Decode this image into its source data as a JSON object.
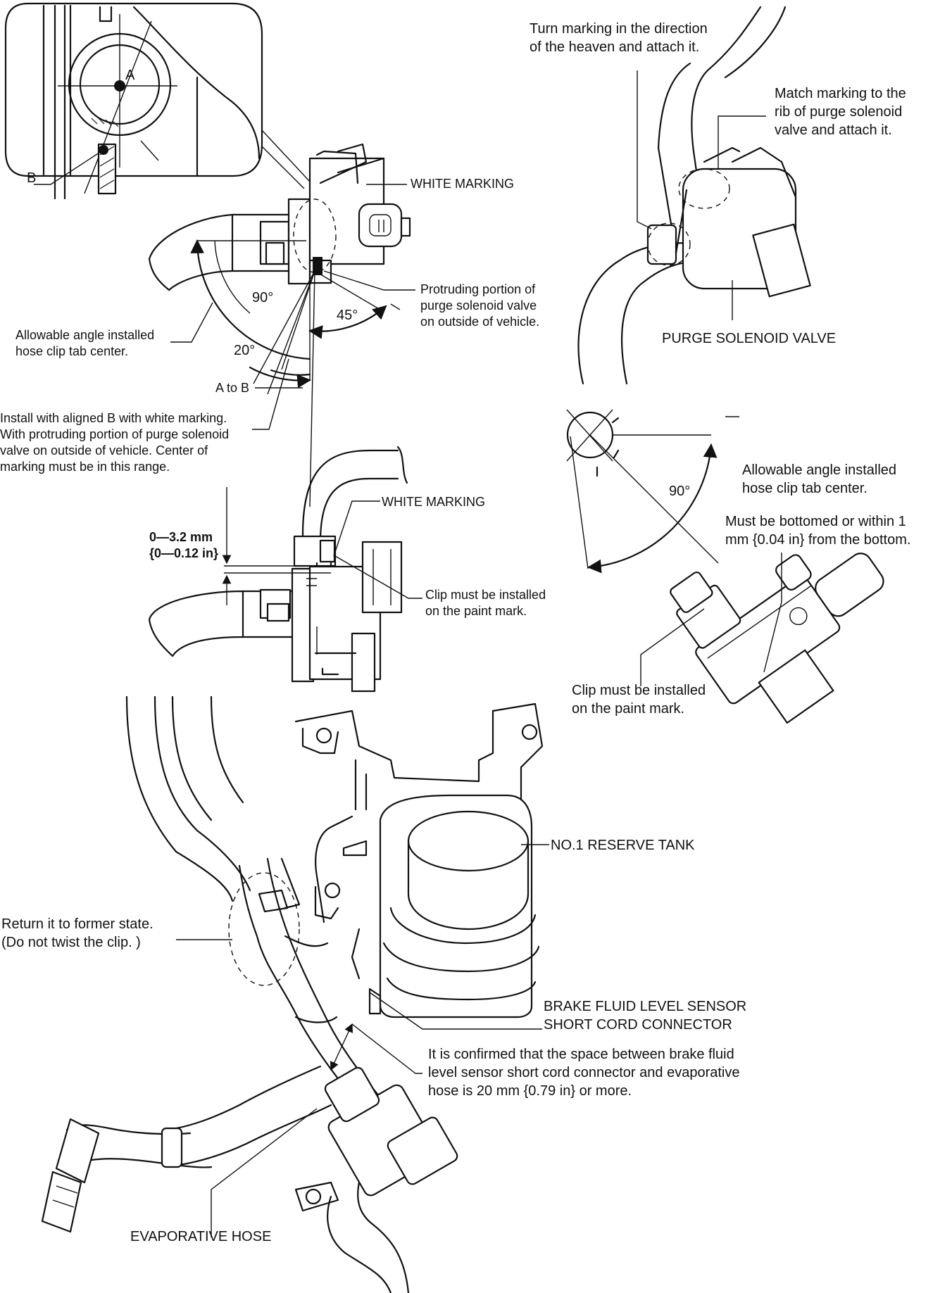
{
  "labels": {
    "point_a": "A",
    "point_b": "B",
    "white_marking_1": "WHITE MARKING",
    "protruding_portion": "Protruding portion of\npurge solenoid valve\non outside of vehicle.",
    "angle_90_left": "90°",
    "angle_45": "45°",
    "angle_20": "20°",
    "allowable_angle_left": "Allowable angle installed\nhose clip tab center.",
    "a_to_b": "A to B",
    "install_aligned": "Install with aligned B with white marking.\nWith protruding portion of purge solenoid\nvalve on outside of vehicle. Center of\nmarking must be in this range.",
    "turn_marking": "Turn marking in the direction\nof the heaven and attach it.",
    "match_marking": "Match marking to the\nrib of purge solenoid\nvalve and attach it.",
    "purge_solenoid_valve": "PURGE SOLENOID VALVE",
    "white_marking_2": "WHITE MARKING",
    "clearance_dim": "0—3.2 mm\n{0—0.12 in}",
    "clip_paint_mark_1": "Clip must be installed\non the paint mark.",
    "angle_90_right": "90°",
    "allowable_angle_right": "Allowable angle installed\nhose clip tab center.",
    "must_be_bottomed": "Must be bottomed or within 1\nmm {0.04 in} from the bottom.",
    "clip_paint_mark_2": "Clip must be installed\non the paint mark.",
    "reserve_tank": "NO.1 RESERVE TANK",
    "return_former_state": "Return it to former state.\n(Do not twist the clip. )",
    "brake_fluid_sensor": "BRAKE FLUID LEVEL SENSOR\nSHORT CORD CONNECTOR",
    "space_confirmed": "It is confirmed that the space between brake fluid\nlevel sensor short cord connector and evaporative\nhose is 20 mm {0.79 in} or more.",
    "evaporative_hose": "EVAPORATIVE HOSE"
  },
  "colors": {
    "line": "#111111",
    "background": "#ffffff"
  }
}
